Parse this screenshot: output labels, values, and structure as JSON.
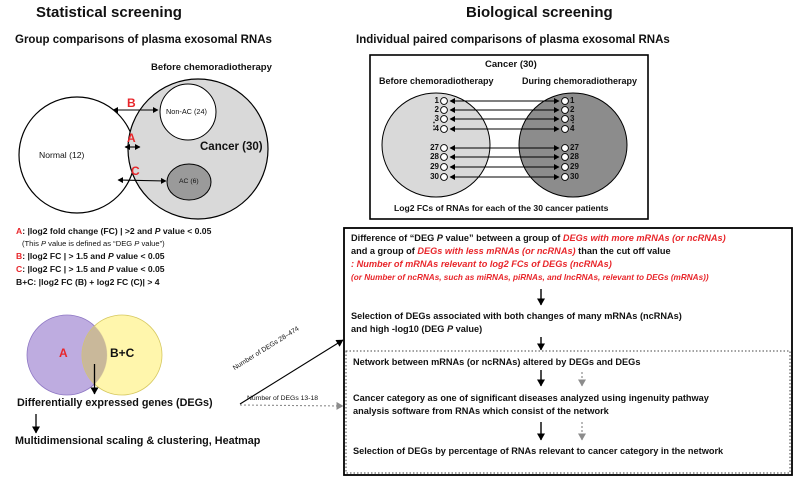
{
  "titles": {
    "left": "Statistical screening",
    "right": "Biological screening"
  },
  "left": {
    "subtitle": "Group comparisons of plasma exosomal RNAs",
    "before_label": "Before chemoradiotherapy",
    "normal": "Normal (12)",
    "cancer": "Cancer (30)",
    "nonac": "Non-AC (24)",
    "ac": "AC (6)",
    "arrow_a": "A",
    "arrow_b": "B",
    "arrow_c": "C",
    "criteria": {
      "a_key": "A",
      "a_text_1": ": |log2 fold change (FC) | >2 and ",
      "a_p": "P",
      "a_text_2": " value < 0.05",
      "a_note_1": "(This ",
      "a_note_p": "P",
      "a_note_2": " value is defined as “DEG ",
      "a_note_p2": "P",
      "a_note_3": " value”)",
      "b_key": "B",
      "b_text_1": ": |log2 FC | > 1.5 and ",
      "b_p": "P",
      "b_text_2": " value < 0.05",
      "c_key": "C",
      "c_text_1": ": |log2 FC | > 1.5 and ",
      "c_p": "P",
      "c_text_2": " value < 0.05",
      "bc_text": "B+C: |log2 FC (B) + log2 FC (C)| > 4"
    },
    "venn_a": "A",
    "venn_bc": "B+C",
    "degs": "Differentially expressed genes (DEGs)",
    "mds": "Multidimensional scaling & clustering, Heatmap",
    "edge_upper": "Number of DEGs 28–474",
    "edge_lower": "Number of DEGs 13-18"
  },
  "right": {
    "subtitle": "Individual paired comparisons of plasma exosomal RNAs",
    "cancer_box_title": "Cancer (30)",
    "before_label": "Before chemoradiotherapy",
    "during_label": "During chemoradiotherapy",
    "patient_ids": [
      "1",
      "2",
      "3",
      "4",
      "27",
      "28",
      "29",
      "30"
    ],
    "ellipsis": "⋮",
    "log2_caption": "Log2 FCs of RNAs for each of the 30 cancer patients",
    "step1": {
      "p1": "Difference of “DEG ",
      "p1_p": "P",
      "p1_b": " value” between a group of ",
      "p1_red": "DEGs with more mRNAs (or ncRNAs)",
      "p2": "and a group of ",
      "p2_red": "DEGs with less mRNAs (or ncRNAs)",
      "p2_b": " than the cut off value",
      "p3_red": ": Number of mRNAs relevant to log2 FCs of DEGs (ncRNAs)",
      "p4_red": "(or Number of ncRNAs, such as miRNAs, piRNAs, and lncRNAs, relevant to DEGs (mRNAs))"
    },
    "step2": {
      "l1": "Selection of DEGs associated with both changes of many mRNAs (ncRNAs)",
      "l2a": "and high -log10 (DEG ",
      "l2p": "P",
      "l2b": " value)"
    },
    "step3": "Network between mRNAs (or ncRNAs) altered by DEGs and DEGs",
    "step4": {
      "l1": "Cancer category as one of significant diseases analyzed using ingenuity pathway",
      "l2": "analysis software from RNAs which consist of the network"
    },
    "step5": "Selection of DEGs by percentage of RNAs relevant to cancer category in the network"
  },
  "colors": {
    "accent_red": "#e8262b",
    "cancer_fill": "#d9d9d9",
    "during_fill": "#8c8c8c",
    "venn_a_fill": "#b39ddb",
    "venn_bc_fill": "#fff59d",
    "venn_overlap": "#c9b89a",
    "dashed_arrow": "#8c8c8c"
  }
}
